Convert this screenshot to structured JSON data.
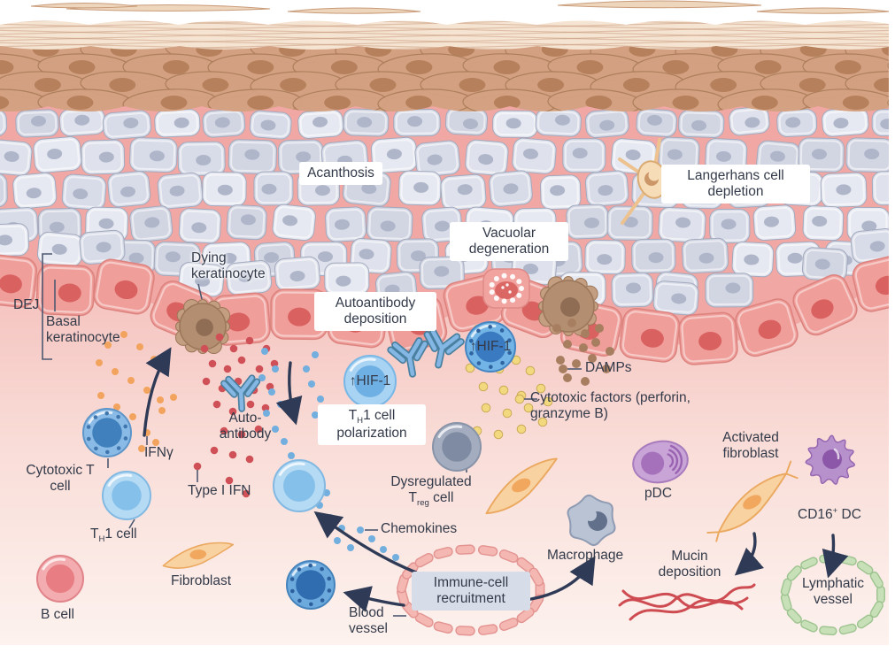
{
  "tissue_labels": {
    "acanthosis": "Acanthosis",
    "langerhans_depletion": "Langerhans cell depletion",
    "vacuolar_degeneration": "Vacuolar degeneration",
    "dying_keratinocyte": "Dying keratinocyte",
    "dej": "DEJ",
    "basal_keratinocyte": "Basal keratinocyte",
    "autoantibody_deposition": "Autoantibody deposition"
  },
  "process_labels": {
    "th1_polarization": "T<sub>H</sub>1 cell polarization",
    "immune_cell_recruitment": "Immune-cell recruitment",
    "mucin_deposition": "Mucin deposition",
    "hif1_left": "↑HIF-1",
    "hif1_right": "↑HIF-1"
  },
  "molecule_labels": {
    "damps": "DAMPs",
    "cytotoxic_factors": "Cytotoxic factors (perforin, granzyme B)",
    "autoantibody": "Auto-antibody",
    "ifn_gamma": "IFNγ",
    "type_i_ifn": "Type I IFN",
    "chemokines": "Chemokines"
  },
  "cell_labels": {
    "cytotoxic_t_cell": "Cytotoxic T cell",
    "th1_cell": "T<sub>H</sub>1 cell",
    "dysregulated_treg": "Dysregulated T<sub>reg</sub> cell",
    "fibroblast": "Fibroblast",
    "b_cell": "B cell",
    "macrophage": "Macrophage",
    "pdc": "pDC",
    "activated_fibroblast": "Activated fibroblast",
    "cd16_dc": "CD16<sup>+</sup> DC"
  },
  "structure_labels": {
    "blood_vessel": "Blood vessel",
    "lymphatic_vessel": "Lymphatic vessel"
  },
  "colors": {
    "label_text": "#333a49",
    "label_box_bg": "#ffffff",
    "recruitment_box_bg": "#d6dce8",
    "arrow": "#2f3b56",
    "ifn_gamma_dot": "#f2a45f",
    "type_i_ifn_dot": "#cf5157",
    "chemokine_dot": "#72aede",
    "cytotoxic_factor_dot": "#f2d980",
    "damp_dot": "#a87e60",
    "mucin": "#cd4b51",
    "blood_vessel_wall": "#f4b7b2",
    "lymphatic_vessel_wall": "#c8e0b8",
    "epidermis_cell": "#dde1ec",
    "basal_cell": "#ef9e9a",
    "corneum": "#f6e4d2"
  }
}
